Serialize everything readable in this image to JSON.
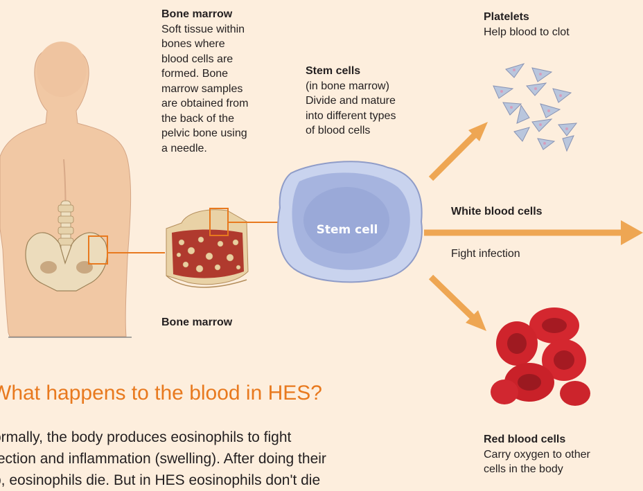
{
  "bone_marrow_callout": {
    "title": "Bone marrow",
    "text": "Soft tissue within bones where blood cells are formed. Bone marrow samples are obtained from the back of the pelvic bone using a needle.",
    "lines": [
      "Soft tissue within",
      "bones where",
      "blood cells are",
      "formed. Bone",
      "marrow samples",
      "are obtained from",
      "the back of the",
      "pelvic bone using",
      "a needle."
    ]
  },
  "stem_cells_callout": {
    "title": "Stem cells",
    "lines": [
      "(in bone marrow)",
      "Divide and mature",
      "into different types",
      "of blood cells"
    ]
  },
  "stem_cell_label": "Stem cell",
  "bone_marrow_label": "Bone marrow",
  "platelets": {
    "title": "Platelets",
    "desc": "Help blood to clot"
  },
  "white_blood_cells": {
    "title": "White blood cells",
    "desc": "Fight infection"
  },
  "red_blood_cells": {
    "title": "Red blood cells",
    "lines": [
      "Carry oxygen to other",
      "cells in the body"
    ]
  },
  "section": {
    "heading": "What happens to the blood in HES?",
    "lines": [
      "ormally, the body produces eosinophils to fight",
      "fection and inflammation (swelling). After doing their",
      "b, eosinophils die. But in HES eosinophils don't die"
    ]
  },
  "colors": {
    "background": "#fdeedd",
    "accent_orange": "#e8791e",
    "arrow": "#eea653",
    "stem_cell": "#9fb0de",
    "red_cell": "#c8222a",
    "platelet": "#b9c6dd"
  }
}
